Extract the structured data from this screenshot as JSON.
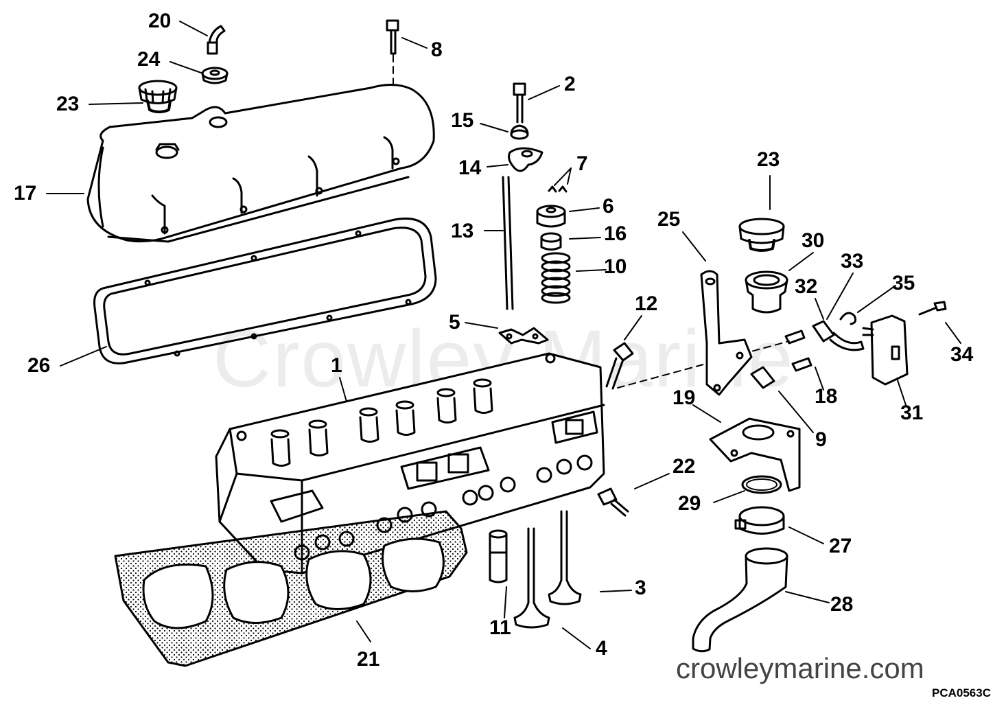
{
  "watermark": "Crowley Marine",
  "site_url": "crowleymarine.com",
  "ref_code": "PCA0563C",
  "callouts": [
    {
      "id": "20",
      "label": "20"
    },
    {
      "id": "24",
      "label": "24"
    },
    {
      "id": "23a",
      "label": "23"
    },
    {
      "id": "8",
      "label": "8"
    },
    {
      "id": "2",
      "label": "2"
    },
    {
      "id": "15",
      "label": "15"
    },
    {
      "id": "14",
      "label": "14"
    },
    {
      "id": "7",
      "label": "7"
    },
    {
      "id": "17",
      "label": "17"
    },
    {
      "id": "6",
      "label": "6"
    },
    {
      "id": "13",
      "label": "13"
    },
    {
      "id": "16",
      "label": "16"
    },
    {
      "id": "10",
      "label": "10"
    },
    {
      "id": "23b",
      "label": "23"
    },
    {
      "id": "25",
      "label": "25"
    },
    {
      "id": "30",
      "label": "30"
    },
    {
      "id": "33",
      "label": "33"
    },
    {
      "id": "32",
      "label": "32"
    },
    {
      "id": "35",
      "label": "35"
    },
    {
      "id": "34",
      "label": "34"
    },
    {
      "id": "12",
      "label": "12"
    },
    {
      "id": "5",
      "label": "5"
    },
    {
      "id": "26",
      "label": "26"
    },
    {
      "id": "1",
      "label": "1"
    },
    {
      "id": "18",
      "label": "18"
    },
    {
      "id": "19",
      "label": "19"
    },
    {
      "id": "9",
      "label": "9"
    },
    {
      "id": "31",
      "label": "31"
    },
    {
      "id": "22",
      "label": "22"
    },
    {
      "id": "29",
      "label": "29"
    },
    {
      "id": "27",
      "label": "27"
    },
    {
      "id": "3",
      "label": "3"
    },
    {
      "id": "28",
      "label": "28"
    },
    {
      "id": "11",
      "label": "11"
    },
    {
      "id": "4",
      "label": "4"
    },
    {
      "id": "21",
      "label": "21"
    }
  ]
}
